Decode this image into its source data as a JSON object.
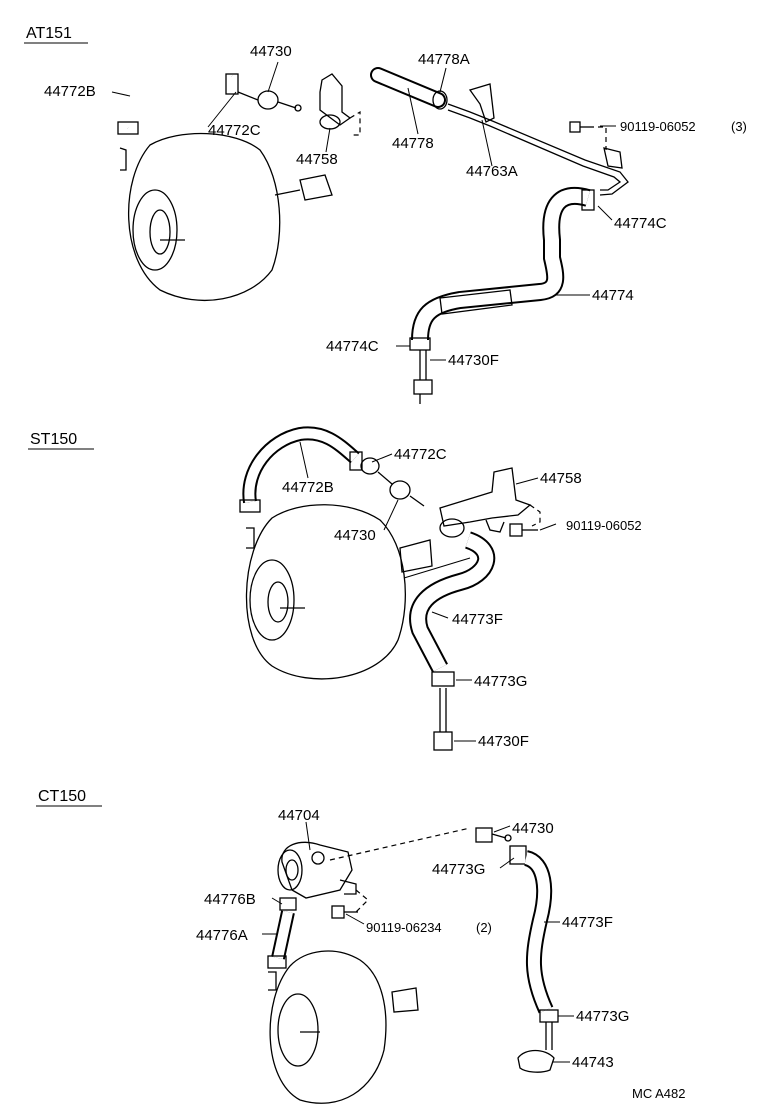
{
  "sections": {
    "at151": "AT151",
    "st150": "ST150",
    "ct150": "CT150"
  },
  "parts": {
    "at151": {
      "p44772B": "44772B",
      "p44730": "44730",
      "p44772C": "44772C",
      "p44758": "44758",
      "p44778A": "44778A",
      "p44778": "44778",
      "p44763A": "44763A",
      "p90119": "90119-06052",
      "qty90119": "(3)",
      "p44774C_top": "44774C",
      "p44774": "44774",
      "p44774C_bot": "44774C",
      "p44730F": "44730F"
    },
    "st150": {
      "p44772C": "44772C",
      "p44758": "44758",
      "p44772B": "44772B",
      "p90119": "90119-06052",
      "p44730": "44730",
      "p44773F": "44773F",
      "p44773G": "44773G",
      "p44730F": "44730F"
    },
    "ct150": {
      "p44704": "44704",
      "p44730": "44730",
      "p44773G_top": "44773G",
      "p44776B": "44776B",
      "p90119": "90119-06234",
      "qty90119": "(2)",
      "p44773F": "44773F",
      "p44776A": "44776A",
      "p44773G_bot": "44773G",
      "p44743": "44743"
    }
  },
  "figure_code": "MC A482"
}
